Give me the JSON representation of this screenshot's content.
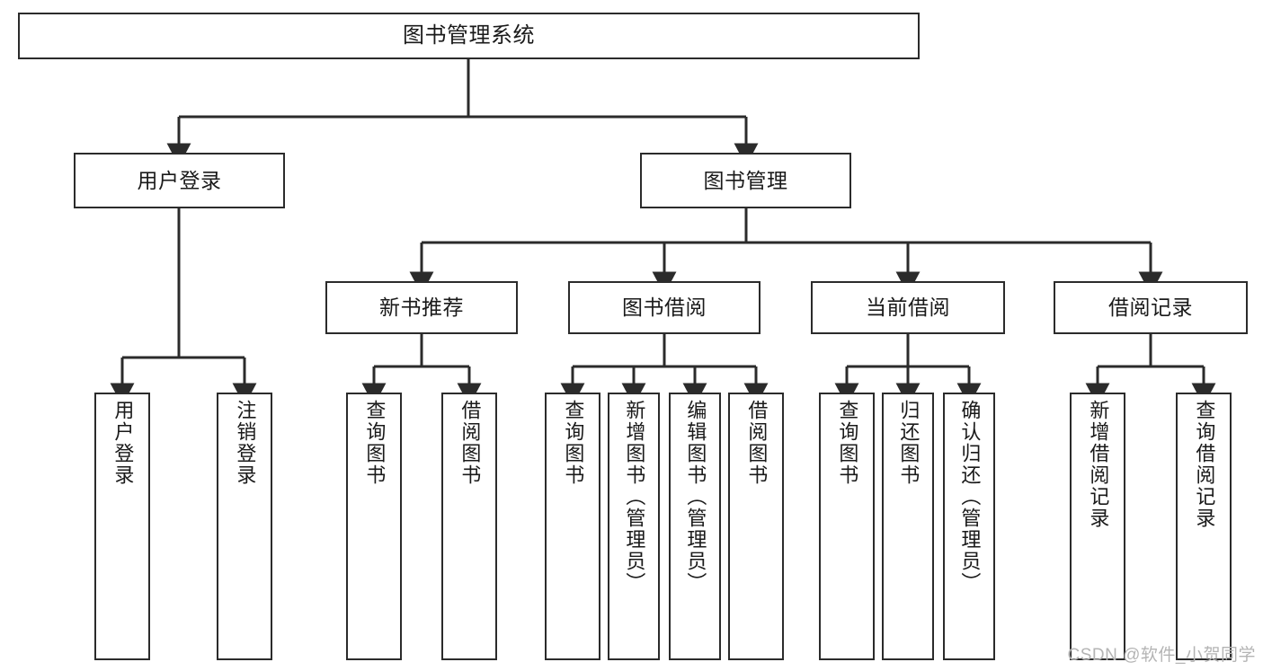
{
  "diagram": {
    "title": "图书管理系统",
    "type": "tree-hierarchy",
    "root": {
      "id": "root",
      "label": "图书管理系统"
    },
    "level1": [
      {
        "id": "user-login",
        "label": "用户登录"
      },
      {
        "id": "book-manage",
        "label": "图书管理"
      }
    ],
    "level2": [
      {
        "id": "new-book-recommend",
        "label": "新书推荐",
        "parent": "book-manage"
      },
      {
        "id": "book-borrow",
        "label": "图书借阅",
        "parent": "book-manage"
      },
      {
        "id": "current-borrow",
        "label": "当前借阅",
        "parent": "book-manage"
      },
      {
        "id": "borrow-record",
        "label": "借阅记录",
        "parent": "book-manage"
      }
    ],
    "leaves": [
      {
        "id": "leaf-user-login",
        "label": "用户登录",
        "parent": "user-login"
      },
      {
        "id": "leaf-user-logout",
        "label": "注销登录",
        "parent": "user-login"
      },
      {
        "id": "leaf-query-book-1",
        "label": "查询图书",
        "parent": "new-book-recommend"
      },
      {
        "id": "leaf-borrow-book-1",
        "label": "借阅图书",
        "parent": "new-book-recommend"
      },
      {
        "id": "leaf-query-book-2",
        "label": "查询图书",
        "parent": "book-borrow"
      },
      {
        "id": "leaf-add-book",
        "label": "新增图书（管理员）",
        "parent": "book-borrow"
      },
      {
        "id": "leaf-edit-book",
        "label": "编辑图书（管理员）",
        "parent": "book-borrow"
      },
      {
        "id": "leaf-borrow-book-2",
        "label": "借阅图书",
        "parent": "book-borrow"
      },
      {
        "id": "leaf-query-book-3",
        "label": "查询图书",
        "parent": "current-borrow"
      },
      {
        "id": "leaf-return-book",
        "label": "归还图书",
        "parent": "current-borrow"
      },
      {
        "id": "leaf-confirm-return",
        "label": "确认归还（管理员）",
        "parent": "current-borrow"
      },
      {
        "id": "leaf-add-record",
        "label": "新增借阅记录",
        "parent": "borrow-record"
      },
      {
        "id": "leaf-query-record",
        "label": "查询借阅记录",
        "parent": "borrow-record"
      }
    ],
    "colors": {
      "stroke": "#2b2b2b",
      "fill": "#ffffff",
      "text": "#1a1a1a",
      "watermark": "#b4b4b4"
    }
  },
  "watermark": {
    "text": "CSDN @软件_小贺同学"
  }
}
